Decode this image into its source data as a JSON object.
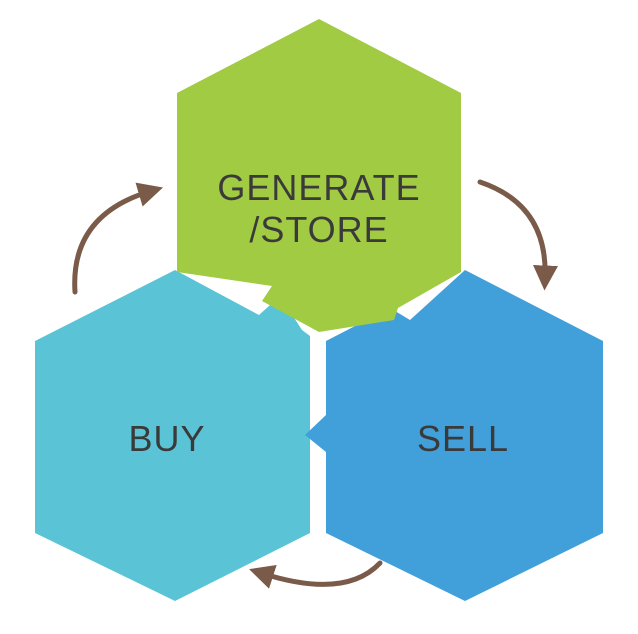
{
  "nodes": {
    "generate_store": {
      "line1": "GENERATE",
      "line2": "/STORE",
      "color": "#A1CB43"
    },
    "buy": {
      "label": "BUY",
      "color": "#5AC4D6"
    },
    "sell": {
      "label": "SELL",
      "color": "#419FDA"
    }
  },
  "text_color": "#3a3a3a",
  "arrow_color": "#7A5A49",
  "arrows": [
    {
      "from": "generate_store",
      "to": "sell",
      "direction": "clockwise"
    },
    {
      "from": "sell",
      "to": "buy",
      "direction": "clockwise"
    },
    {
      "from": "buy",
      "to": "generate_store",
      "direction": "clockwise"
    }
  ]
}
